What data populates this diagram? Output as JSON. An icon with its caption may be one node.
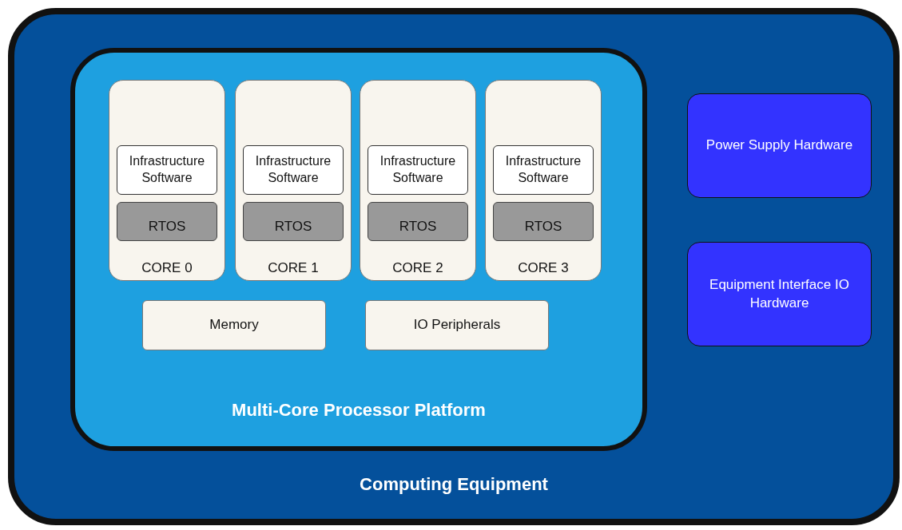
{
  "diagram": {
    "nodes": [
      {
        "text": [
          "Computing Equipment"
        ]
      },
      {
        "text": [
          "Multi-Core Processor Platform"
        ],
        "in": 0
      },
      {
        "text": [
          "CORE 0"
        ],
        "in": 1
      },
      {
        "text": [
          "Infrastructure Software"
        ],
        "in": 2
      },
      {
        "text": [
          "RTOS"
        ],
        "in": 2
      },
      {
        "text": [
          "CORE 1"
        ],
        "in": 1
      },
      {
        "text": [
          "Infrastructure Software"
        ],
        "in": 5
      },
      {
        "text": [
          "RTOS"
        ],
        "in": 5
      },
      {
        "text": [
          "CORE 2"
        ],
        "in": 1
      },
      {
        "text": [
          "Infrastructure Software"
        ],
        "in": 8
      },
      {
        "text": [
          "RTOS"
        ],
        "in": 8
      },
      {
        "text": [
          "CORE 3"
        ],
        "in": 1
      },
      {
        "text": [
          "Infrastructure Software"
        ],
        "in": 11
      },
      {
        "text": [
          "RTOS"
        ],
        "in": 11
      },
      {
        "text": [
          "Memory"
        ],
        "in": 1
      },
      {
        "text": [
          "IO Peripherals"
        ],
        "in": 1
      },
      {
        "text": [
          "Power Supply Hardware"
        ],
        "in": 0
      },
      {
        "text": [
          "Equipment Interface IO Hardware"
        ],
        "in": 0
      }
    ]
  }
}
